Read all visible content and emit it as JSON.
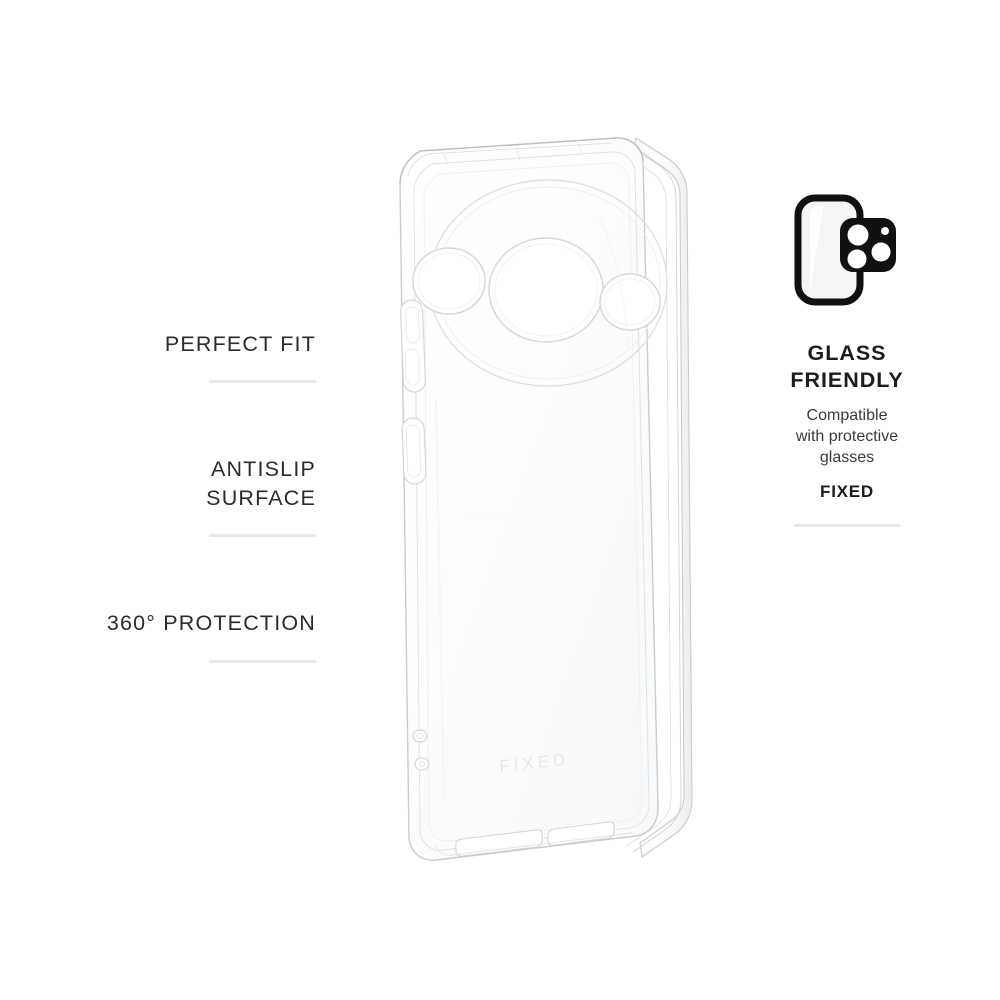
{
  "background_color": "#ffffff",
  "product": {
    "type": "transparent-phone-case",
    "brand_emboss": "FIXED",
    "case_color": "#ffffff",
    "outline_color": "#c9ccce",
    "camera_cutout": {
      "shape": "large-circle",
      "lens_count": 3,
      "lens_sizes": [
        "medium",
        "large",
        "small"
      ]
    },
    "side_cutouts": [
      "volume-rocker",
      "power-button",
      "speaker-grille",
      "charging-port"
    ]
  },
  "features": [
    {
      "label": "PERFECT FIT"
    },
    {
      "label": "ANTISLIP\nSURFACE"
    },
    {
      "label": "360° PROTECTION"
    }
  ],
  "badge": {
    "icon_name": "glass-friendly-phone-camera-icon",
    "title": "GLASS\nFRIENDLY",
    "subtitle": "Compatible\nwith protective\nglasses",
    "brand": "FIXED",
    "icon_colors": {
      "outline": "#111111",
      "module": "#111111",
      "screen": "#f4f5f6",
      "lens": "#ffffff"
    }
  },
  "divider_color": "#e8e8e8",
  "text_color": "#2b2b2b"
}
